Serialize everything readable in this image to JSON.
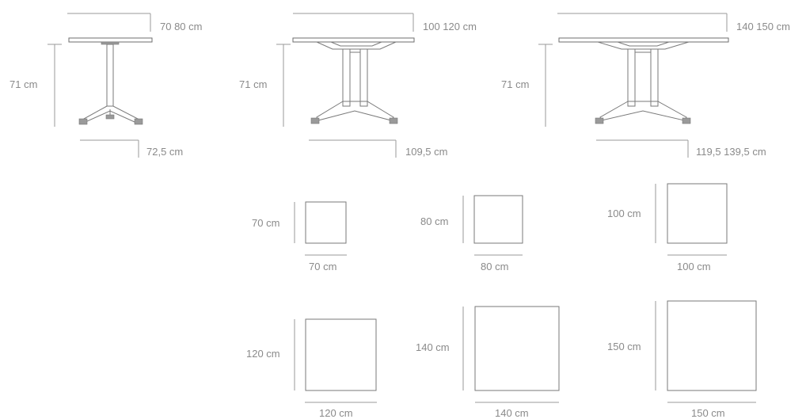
{
  "colors": {
    "line": "#9a9a9a",
    "text": "#8a8a8a",
    "outline": "#7a7a7a",
    "foot": "#9a9a9a"
  },
  "side_views": [
    {
      "id": "small",
      "top_width_label": "70 80 cm",
      "height_label": "71 cm",
      "base_label": "72,5 cm"
    },
    {
      "id": "medium",
      "top_width_label": "100 120 cm",
      "height_label": "71 cm",
      "base_label": "109,5 cm"
    },
    {
      "id": "large",
      "top_width_label": "140 150 cm",
      "height_label": "71 cm",
      "base_label": "119,5 139,5 cm"
    }
  ],
  "top_views": [
    {
      "id": "70",
      "width_label": "70 cm",
      "depth_label": "70 cm"
    },
    {
      "id": "80",
      "width_label": "80 cm",
      "depth_label": "80 cm"
    },
    {
      "id": "100",
      "width_label": "100 cm",
      "depth_label": "100 cm"
    },
    {
      "id": "120",
      "width_label": "120 cm",
      "depth_label": "120 cm"
    },
    {
      "id": "140",
      "width_label": "140 cm",
      "depth_label": "140 cm"
    },
    {
      "id": "150",
      "width_label": "150 cm",
      "depth_label": "150 cm"
    }
  ]
}
